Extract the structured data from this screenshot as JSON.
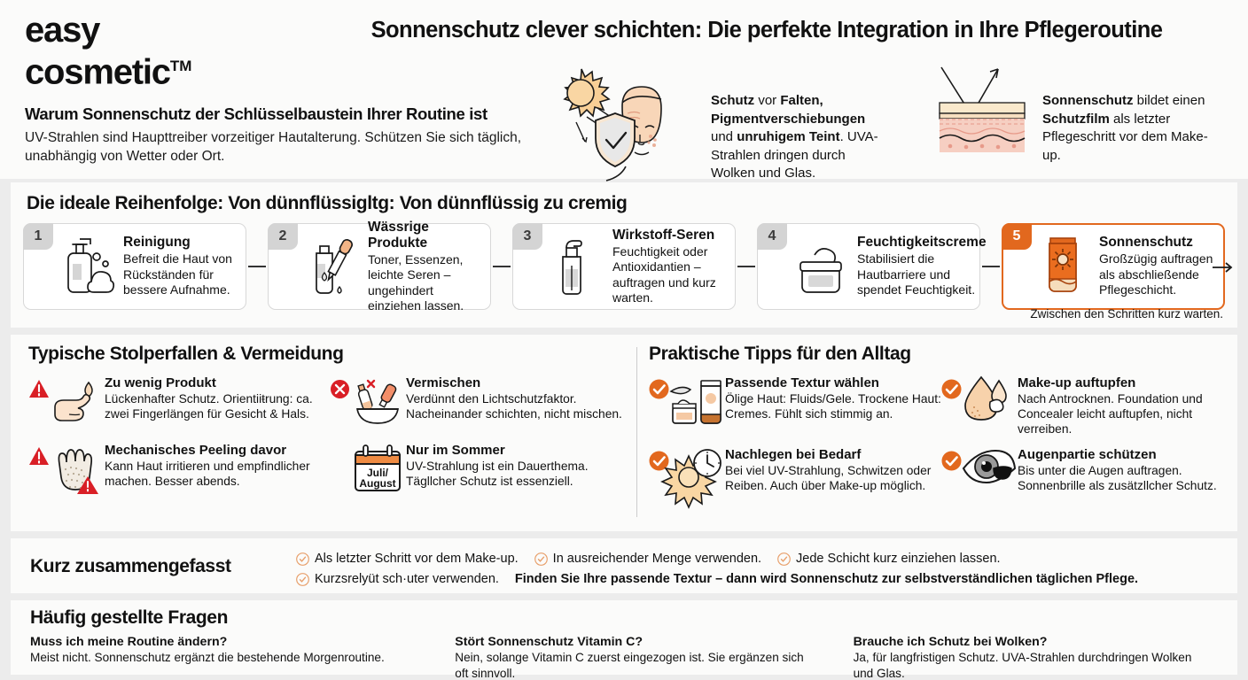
{
  "brand": {
    "line1": "easy",
    "line2": "cosmetic",
    "tm": "TM"
  },
  "header": {
    "title": "Sonnenschutz clever schichten: Die perfekte Integration in Ihre Pflegeroutine",
    "lead_heading": "Warum Sonnenschutz der Schlüsselbaustein Ihrer Routine ist",
    "lead_text": "UV-Strahlen sind Haupttreiber vorzeitiger Hautalterung. Schützen Sie sich täglich, unabhängig von Wetter oder Ort.",
    "block1": {
      "b1": "Schutz",
      "t1": " vor ",
      "b2": "Falten, Pigmentverschiebungen",
      "t2": " und ",
      "b3": "unruhigem Teint",
      "t3": ". UVA-Strahlen dringen durch Wolken und Glas."
    },
    "block2": {
      "b1": "Sonnenschutz",
      "t1": " bildet einen ",
      "b2": "Schutzfilm",
      "t2": " als letzter Pflegeschritt vor dem Make-up."
    }
  },
  "steps_section": {
    "title": "Die ideale Reihenfolge: Von dünnflüssigltg: Von dünnflüssig zu cremig",
    "note": "Zwischen den Schritten kurz warten.",
    "steps": [
      {
        "num": "1",
        "title": "Reinigung",
        "text": "Befreit die Haut von Rückständen für bessere Aufnahme.",
        "icon": "pump-bottle-foam-icon"
      },
      {
        "num": "2",
        "title": "Wässrige Produkte",
        "text": "Toner, Essenzen, leichte Seren – ungehindert einziehen lassen.",
        "icon": "dropper-bottle-icon"
      },
      {
        "num": "3",
        "title": "Wirkstoff-Seren",
        "text": "Feuchtigkeit oder Antioxidantien – auftragen und kurz warten.",
        "icon": "serum-pump-icon"
      },
      {
        "num": "4",
        "title": "Feuchtigkeitscreme",
        "text": "Stabilisiert die Hautbarriere und spendet Feuchtigkeit.",
        "icon": "cream-jar-icon"
      },
      {
        "num": "5",
        "title": "Sonnenschutz",
        "text": "Großzügig auftragen als abschließende Pflegeschicht.",
        "icon": "sunscreen-tube-icon"
      }
    ]
  },
  "pitfalls": {
    "title": "Typische Stolperfallen & Vermeidung",
    "items": [
      {
        "title": "Zu wenig Produkt",
        "text": "Lückenhafter Schutz. Orientiiŧrung: ca. zwei Fingerlängen für Gesicht & Hals.",
        "badge": "warning-triangle-icon",
        "icon": "pointing-hand-drop-icon"
      },
      {
        "title": "Vermischen",
        "text": "Verdünnt den Lichtschutzfaktor. Nacheinander schichten, nicht mischen.",
        "badge": "x-circle-icon",
        "icon": "mixing-bowl-icon"
      },
      {
        "title": "Mechanisches Peeling davor",
        "text": "Kann Haut irritieren und empfindlicher machen. Besser abends.",
        "badge": "warning-triangle-icon",
        "icon": "exfoliating-glove-icon"
      },
      {
        "title": "Nur im Sommer",
        "text": "UV-Strahlung ist ein Dauerthema. Tägllcher Schutz ist essenziell.",
        "badge": "none",
        "icon": "calendar-icon",
        "calendar_line1": "Juli/",
        "calendar_line2": "August"
      }
    ]
  },
  "tips": {
    "title": "Praktische Tipps für den Alltag",
    "items": [
      {
        "title": "Passende Textur wählen",
        "text": "Ölige Haut: Fluids/Gele. Trockene Haut: Cremes. Fühlt sich stimmig an.",
        "badge": "check-circle-icon",
        "icon": "tube-and-jar-icon"
      },
      {
        "title": "Make-up auftupfen",
        "text": "Nach Antrocknen. Foundation und Concealer leicht auftupfen, nicht verreiben.",
        "badge": "check-circle-icon",
        "icon": "foundation-drop-icon"
      },
      {
        "title": "Nachlegen bei Bedarf",
        "text": "Bei viel UV-Strahlung, Schwitzen oder Reiben. Auch über Make-up möglich.",
        "badge": "check-circle-icon",
        "icon": "sun-clock-icon"
      },
      {
        "title": "Augenpartie schützen",
        "text": "Bis unter die Augen auftragen. Sonnenbrille als zusätzllcher Schutz.",
        "badge": "check-circle-icon",
        "icon": "eye-sunglasses-icon"
      }
    ]
  },
  "summary": {
    "title": "Kurz zusammengefasst",
    "line1": [
      "Als letzter Schritt vor dem Make-up.",
      "In ausreichender Menge verwenden.",
      "Jede Schicht kurz einziehen lassen."
    ],
    "line2_item": "Kurzsrelyüt sch·uter verwenden.",
    "line2_strong": "Finden Sie Ihre passende Textur – dann wird Sonnenschutz zur selbstverständlichen täglichen Pflege."
  },
  "faq": {
    "title": "Häufig gestellte Fragen",
    "items": [
      {
        "q": "Muss ich meine Routine ändern?",
        "a": "Meist nicht. Sonnenschutz ergänzt die bestehende Morgenroutine."
      },
      {
        "q": "Stört Sonnenschutz Vitamin C?",
        "a": "Nein, solange Vitamin C zuerst eingezogen ist. Sie ergänzen sich oft sinnvoll."
      },
      {
        "q": "Brauche ich Schutz bei Wolken?",
        "a": "Ja, für langfristigen Schutz. UVA-Strahlen durchdringen Wolken und Glas."
      }
    ]
  },
  "colors": {
    "accent_orange": "#e2681e",
    "warning_red": "#d91f26",
    "page_bg": "#ececec",
    "card_bg": "#fbfbfa",
    "skin": "#f6d3b4",
    "sun": "#f8cf96"
  }
}
